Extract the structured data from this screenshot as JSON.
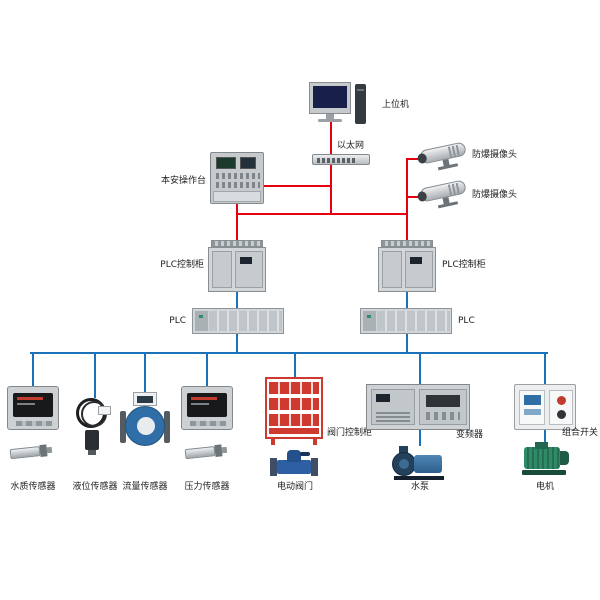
{
  "diagram": {
    "labels": {
      "host_computer": "上位机",
      "ethernet": "以太网",
      "console": "本安操作台",
      "camera": "防爆摄像头",
      "plc_cabinet": "PLC控制柜",
      "plc": "PLC",
      "valve_cabinet": "阀门控制柜",
      "inverter": "变频器",
      "combo_switch": "组合开关",
      "water_quality_sensor": "水质传感器",
      "level_sensor": "液位传感器",
      "flow_sensor": "流量传感器",
      "pressure_sensor": "压力传感器",
      "electric_valve": "电动阀门",
      "water_pump": "水泵",
      "motor": "电机"
    },
    "colors": {
      "ethernet_line": "#e60012",
      "fieldbus_line": "#1c72b8",
      "valve_cabinet_frame": "#cf3a30"
    }
  }
}
